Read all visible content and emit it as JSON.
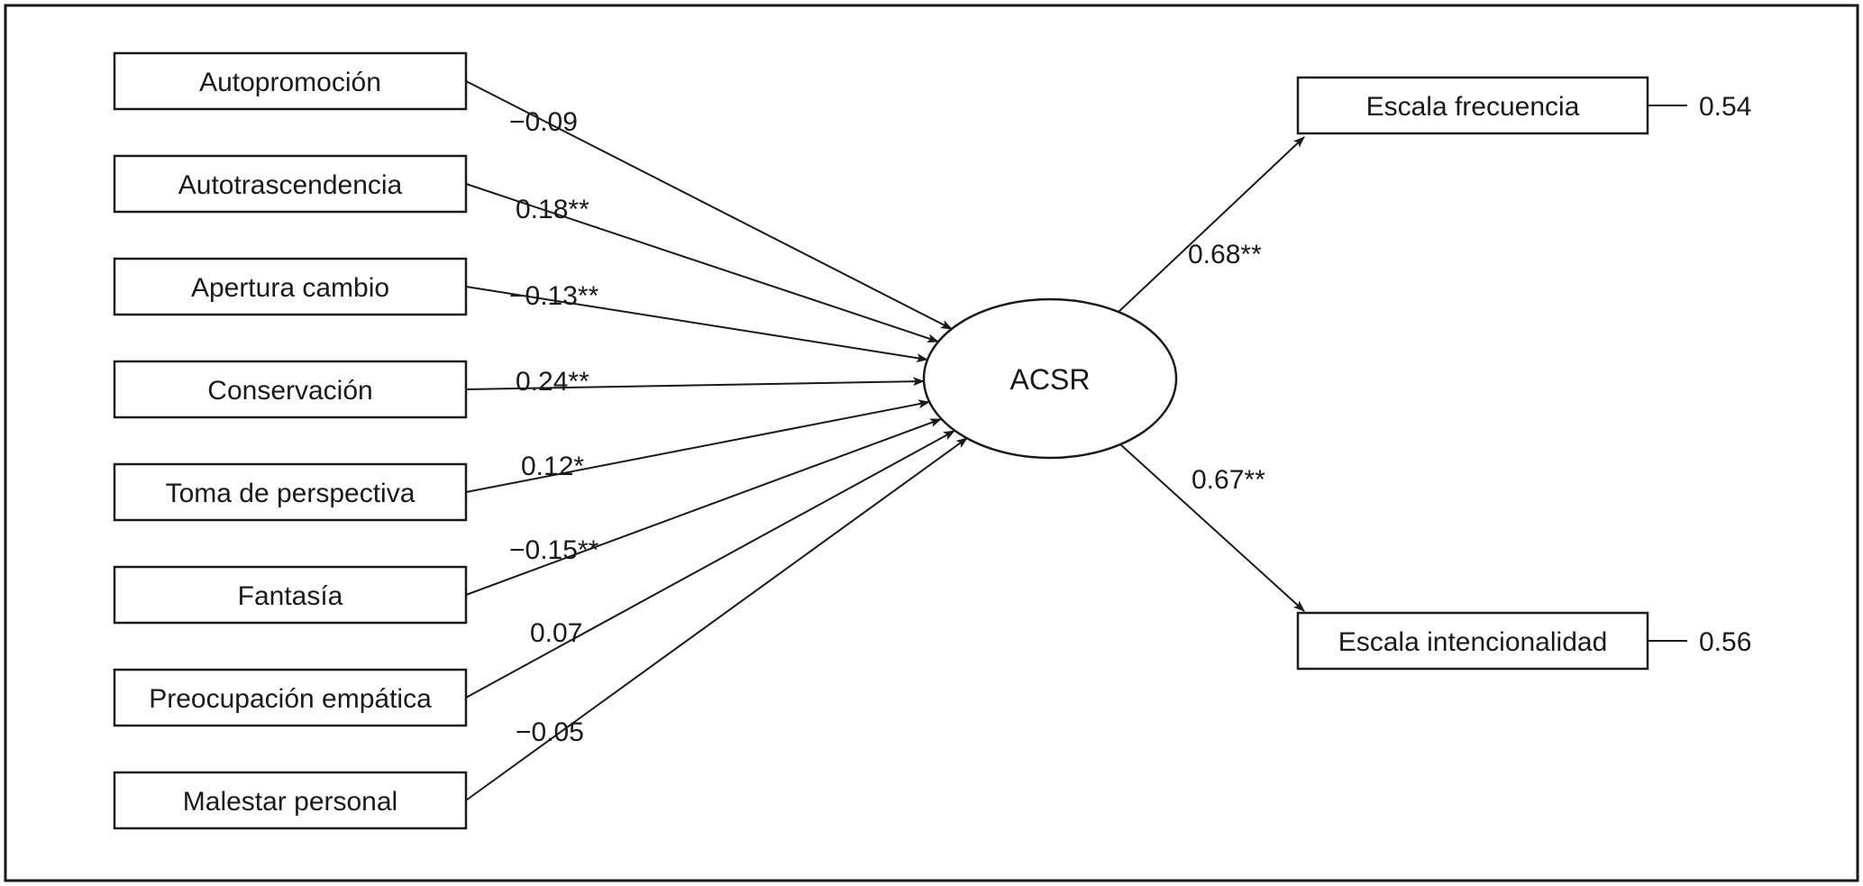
{
  "diagram": {
    "latent": {
      "label": "ACSR"
    },
    "predictors": [
      {
        "label": "Autopromoción",
        "coef": "−0.09"
      },
      {
        "label": "Autotrascendencia",
        "coef": "0.18**"
      },
      {
        "label": "Apertura cambio",
        "coef": "−0.13**"
      },
      {
        "label": "Conservación",
        "coef": "0.24**"
      },
      {
        "label": "Toma de perspectiva",
        "coef": "0.12*"
      },
      {
        "label": "Fantasía",
        "coef": "−0.15**"
      },
      {
        "label": "Preocupación empática",
        "coef": "0.07"
      },
      {
        "label": "Malestar personal",
        "coef": "−0.05"
      }
    ],
    "outcomes": [
      {
        "label": "Escala frecuencia",
        "coef": "0.68**",
        "r2": "0.54"
      },
      {
        "label": "Escala intencionalidad",
        "coef": "0.67**",
        "r2": "0.56"
      }
    ],
    "colors": {
      "ink": "#1a1a1a",
      "background": "#ffffff"
    }
  }
}
